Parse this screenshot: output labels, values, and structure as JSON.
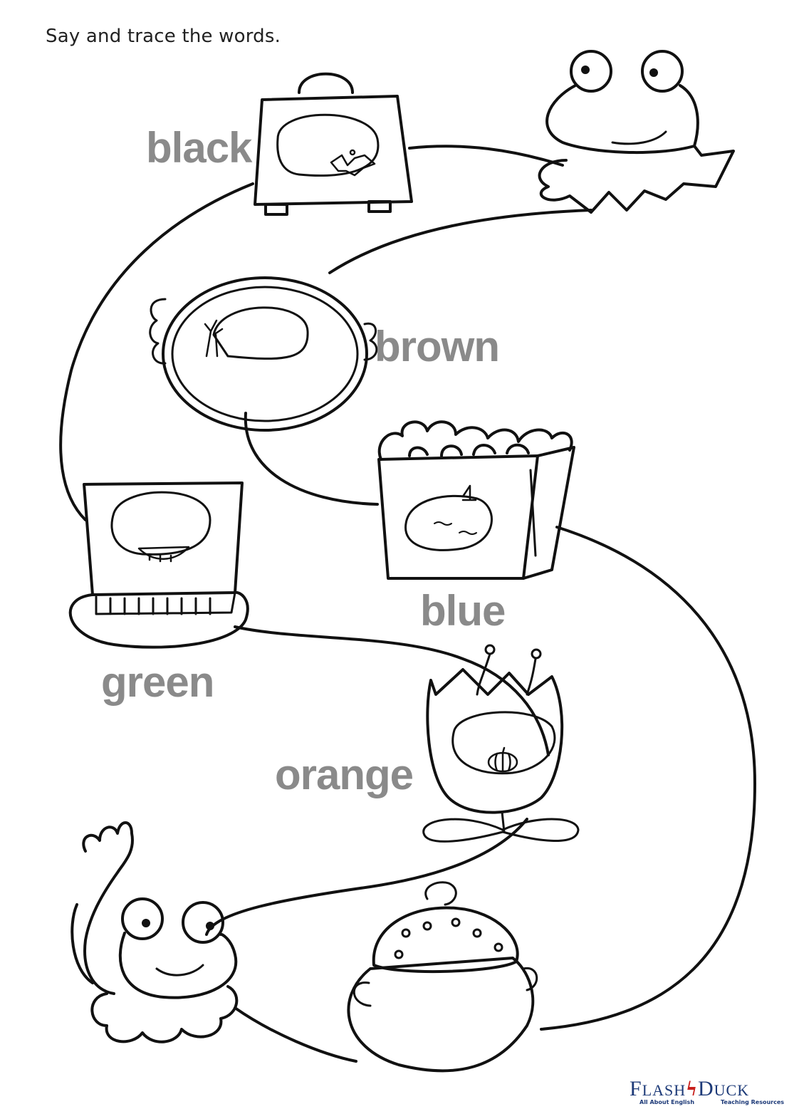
{
  "instruction": "Say and trace the words.",
  "words": {
    "black": "black",
    "brown": "brown",
    "blue": "blue",
    "green": "green",
    "orange": "orange"
  },
  "colors": {
    "word_text": "#8a8a8a",
    "line_art": "#111111",
    "logo_blue": "#1d3a78",
    "logo_red": "#c8201d"
  },
  "logo": {
    "brand_left_cap": "F",
    "brand_left_rest": "LASH",
    "brand_right_cap": "D",
    "brand_right_rest": "UCK",
    "tag_left": "All About English",
    "tag_right": "Teaching Resources"
  },
  "icons": [
    "bat-icon",
    "tree-icon",
    "boat-icon",
    "smile-icon",
    "pumpkin-icon",
    "frog-icon",
    "lightning-bolt-icon"
  ]
}
